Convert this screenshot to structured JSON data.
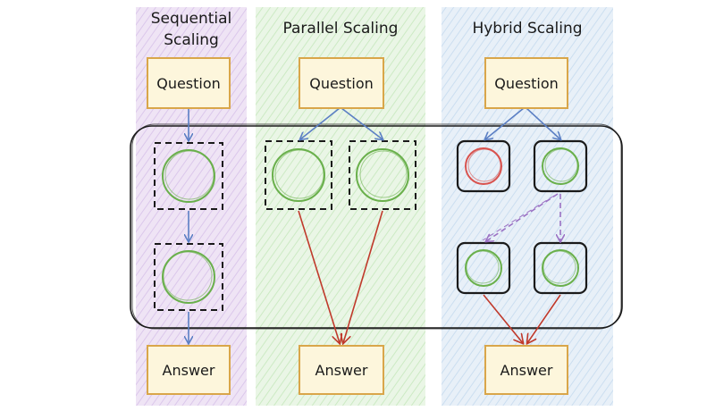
{
  "columns": [
    {
      "id": "sequential",
      "title": "Sequential\nScaling",
      "tint": "#efe4f5",
      "hatch": "#d9c4ea"
    },
    {
      "id": "parallel",
      "title": "Parallel Scaling",
      "tint": "#eaf6e6",
      "hatch": "#c9e9c0"
    },
    {
      "id": "hybrid",
      "title": "Hybrid Scaling",
      "tint": "#e8f0f8",
      "hatch": "#c8dcef"
    }
  ],
  "labels": {
    "question": "Question",
    "answer": "Answer"
  },
  "colors": {
    "question_answer_border": "#d9a64a",
    "question_answer_fill": "#fdf6dc",
    "arrow_question": "#5b7fc4",
    "arrow_answer": "#c0392b",
    "arrow_hybrid_dashed": "#9b72c4",
    "node_green": "#6ab04c",
    "node_red": "#d9534f",
    "outline": "#1a1a1a"
  },
  "icons": {
    "node_ok": "green-circle-icon",
    "node_fail": "red-circle-icon"
  }
}
